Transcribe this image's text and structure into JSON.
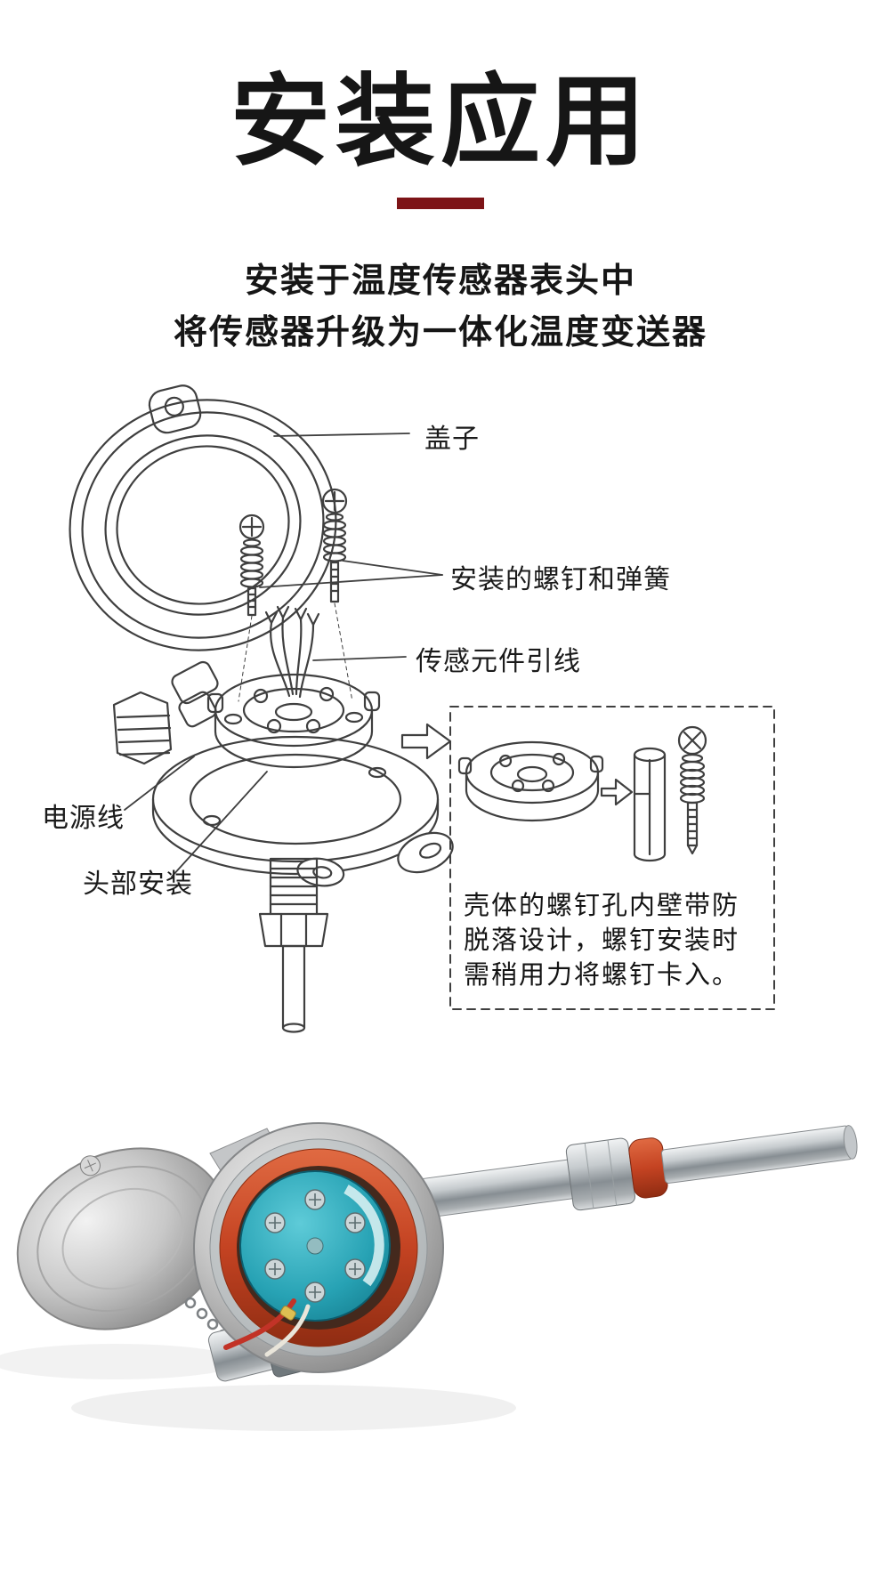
{
  "page": {
    "title": "安装应用",
    "subtitle_line1": "安装于温度传感器表头中",
    "subtitle_line2": "将传感器升级为一体化温度变送器"
  },
  "colors": {
    "accent_red": "#7d1417",
    "line_art": "#3f3f3f",
    "module_teal": "#27a2b4",
    "head_rim_red": "#c44322"
  },
  "diagram": {
    "label_cover": "盖子",
    "label_screws_springs": "安装的螺钉和弹簧",
    "label_sensor_leads": "传感元件引线",
    "label_power_cable": "电源线",
    "label_head_mount": "头部安装",
    "note_line1": "壳体的螺钉孔内壁带防",
    "note_line2": "脱落设计，螺钉安装时",
    "note_line3": "需稍用力将螺钉卡入。"
  }
}
